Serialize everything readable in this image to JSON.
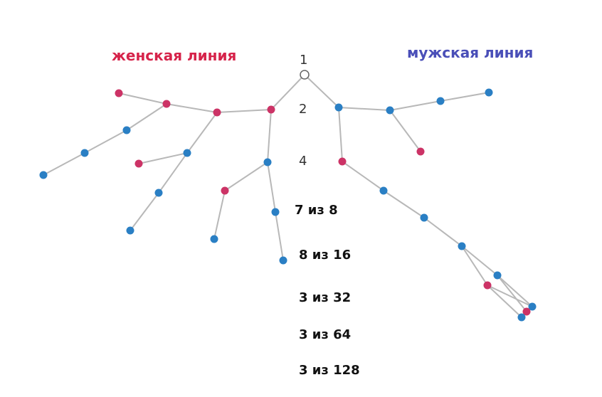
{
  "titles": {
    "female_line": "женская линия",
    "male_line": "мужская линия"
  },
  "generation_labels": [
    "1",
    "2",
    "4"
  ],
  "counts": [
    "7 из 8",
    "8 из 16",
    "3 из 32",
    "3 из 64",
    "3 из 128"
  ],
  "colors": {
    "female": "#cc3366",
    "male": "#2a7fc4",
    "root": "#ffffff",
    "edge": "#b8b8b8",
    "female_title": "#d6234a",
    "male_title": "#4a4fb8"
  }
}
